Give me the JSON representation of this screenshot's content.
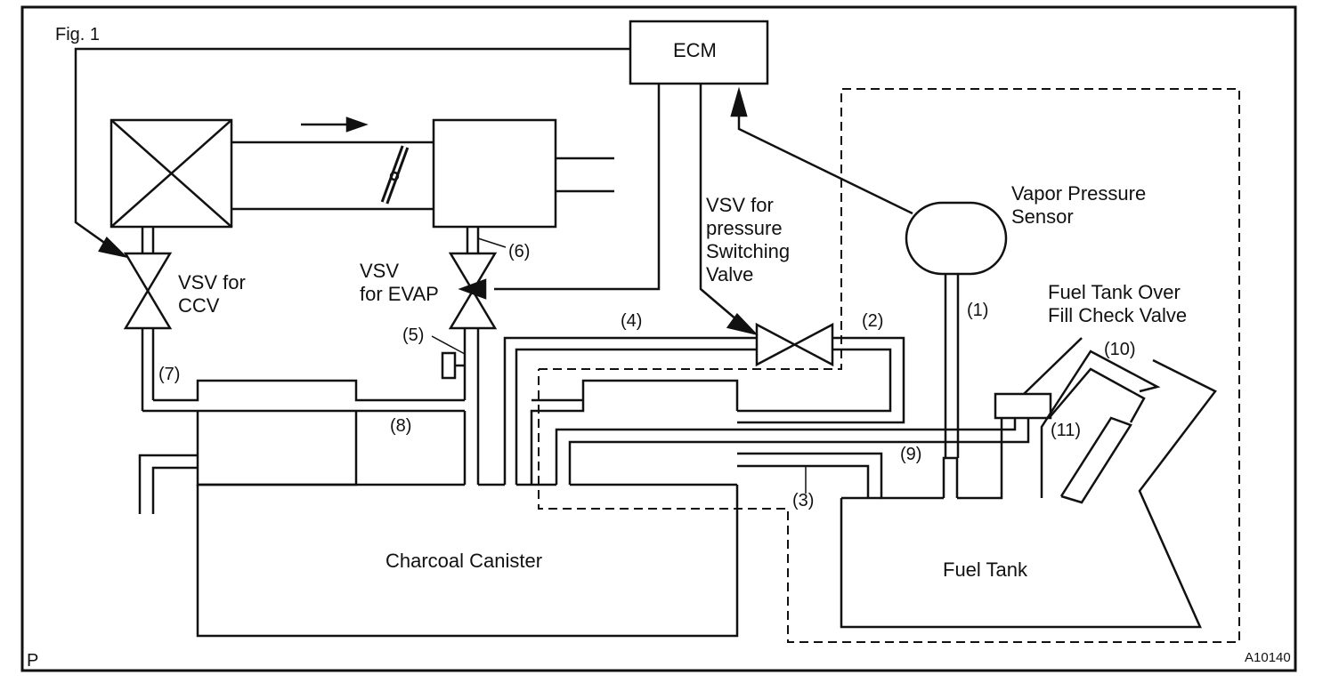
{
  "figure": {
    "label": "Fig. 1",
    "corner_mark": "P",
    "code": "A10140"
  },
  "components": {
    "ecm": "ECM",
    "vsv_ccv": [
      "VSV for",
      "CCV"
    ],
    "vsv_evap": [
      "VSV",
      "for EVAP"
    ],
    "vsv_pressure": [
      "VSV for",
      "pressure",
      "Switching",
      "Valve"
    ],
    "vapor_sensor": [
      "Vapor Pressure",
      "Sensor"
    ],
    "fill_check_valve": [
      "Fuel Tank Over",
      "Fill Check Valve"
    ],
    "charcoal_canister": "Charcoal Canister",
    "fuel_tank": "Fuel Tank"
  },
  "callouts": [
    "(1)",
    "(2)",
    "(3)",
    "(4)",
    "(5)",
    "(6)",
    "(7)",
    "(8)",
    "(9)",
    "(10)",
    "(11)"
  ],
  "colors": {
    "line": "#111111",
    "background": "#ffffff"
  }
}
